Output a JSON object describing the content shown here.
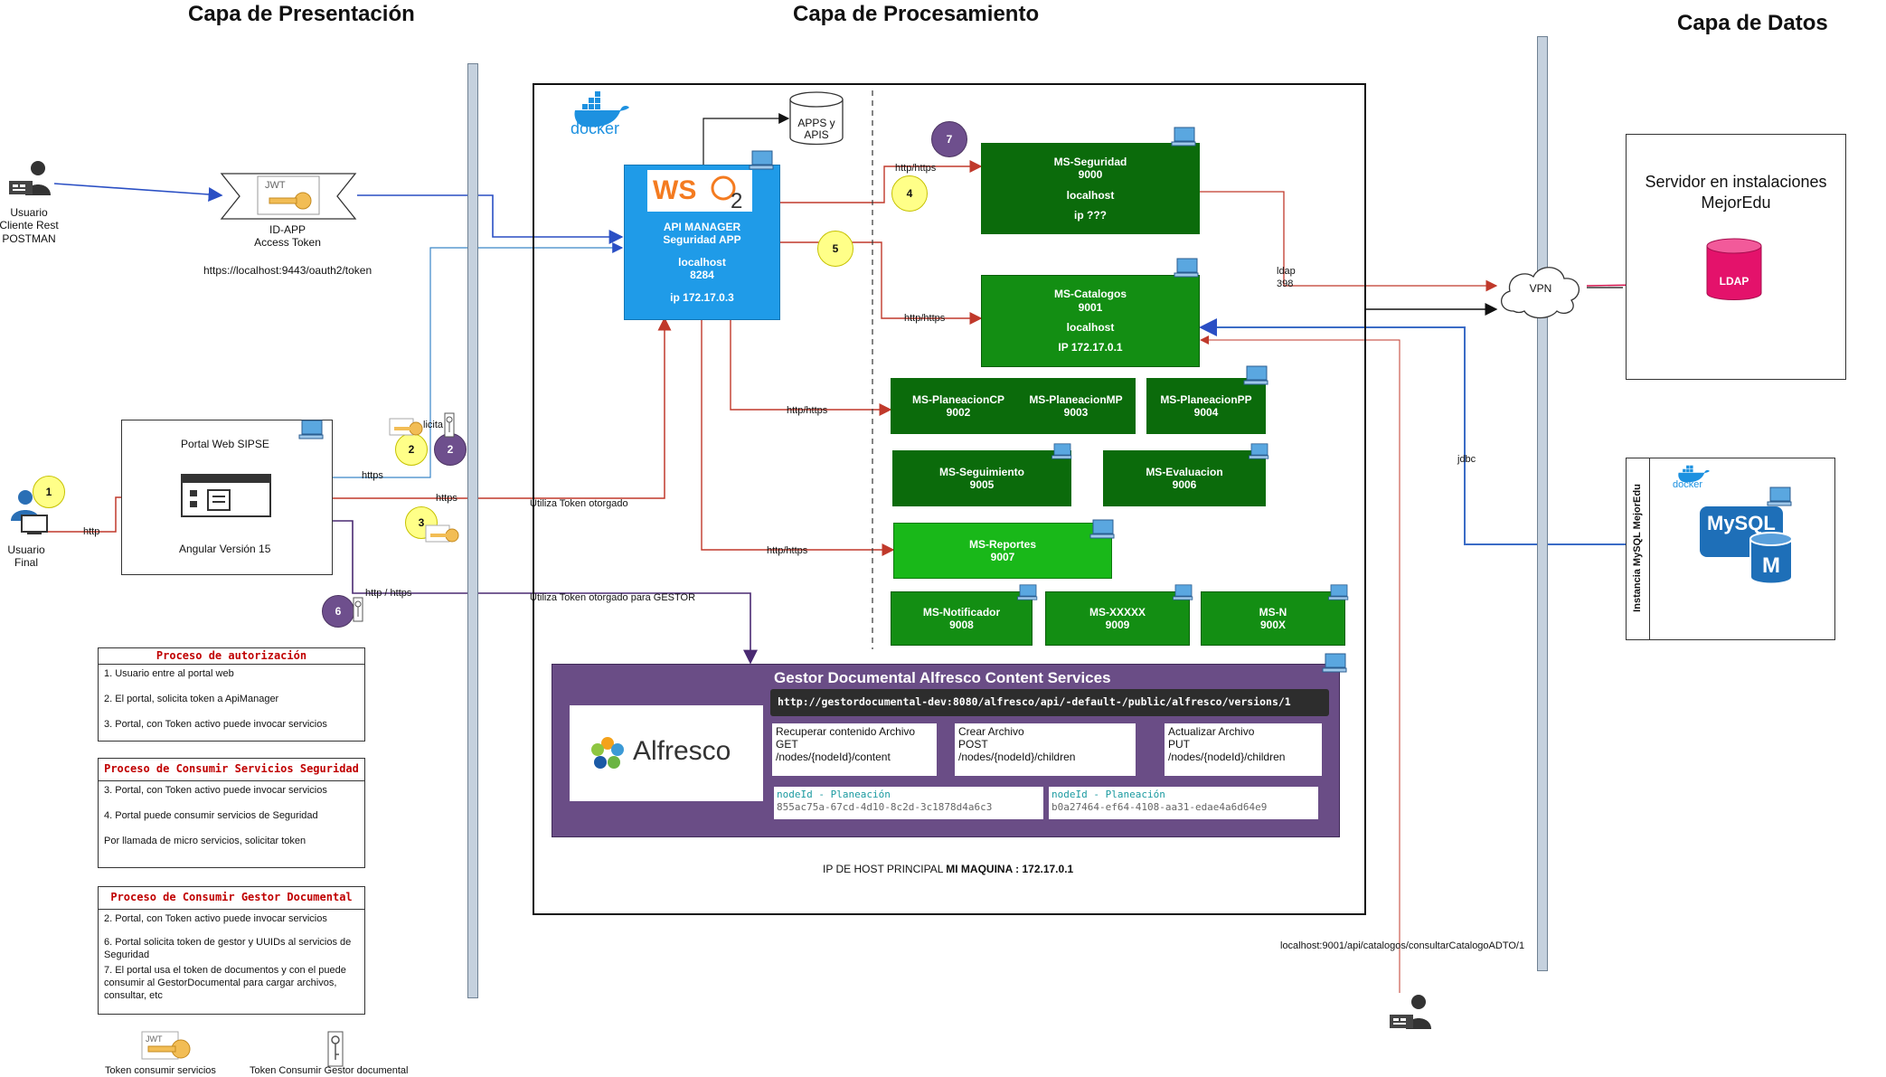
{
  "layers": {
    "presentation": "Capa de Presentación",
    "processing": "Capa de Procesamiento",
    "data": "Capa de Datos"
  },
  "client": {
    "rest_label": "Usuario\nCliente Rest\nPOSTMAN",
    "id_app_label": "ID-APP\nAccess Token",
    "token_url": "https://localhost:9443/oauth2/token",
    "jwt_text": "JWT"
  },
  "portal": {
    "title": "Portal Web SIPSE",
    "framework": "Angular Versión 15",
    "final_user": "Usuario\nFinal"
  },
  "docker": {
    "label": "docker"
  },
  "apps_db": "APPS y\nAPIS",
  "wso2": {
    "logo": "WSO2",
    "line1": "API MANAGER",
    "line2": "Seguridad APP",
    "line3": "localhost",
    "line4": "8284",
    "line5": "ip 172.17.0.3"
  },
  "microservices": {
    "seguridad": [
      "MS-Seguridad",
      "9000",
      "localhost",
      "ip ???"
    ],
    "catalogos": [
      "MS-Catalogos",
      "9001",
      "localhost",
      "IP 172.17.0.1"
    ],
    "planeacion_cp": [
      "MS-PlaneacionCP",
      "9002"
    ],
    "planeacion_mp": [
      "MS-PlaneacionMP",
      "9003"
    ],
    "planeacion_pp": [
      "MS-PlaneacionPP",
      "9004"
    ],
    "seguimiento": [
      "MS-Seguimiento",
      "9005"
    ],
    "evaluacion": [
      "MS-Evaluacion",
      "9006"
    ],
    "reportes": [
      "MS-Reportes",
      "9007"
    ],
    "notificador": [
      "MS-Notificador",
      "9008"
    ],
    "xxxxx": [
      "MS-XXXXX",
      "9009"
    ],
    "msn": [
      "MS-N",
      "900X"
    ]
  },
  "edge_labels": {
    "http": "http",
    "https_portal": "https",
    "https_left": "https",
    "http_https_1": "http/https",
    "http_https_2": "http/https",
    "http_https_3": "http/https",
    "http_https_4": "http/https",
    "http_https_portal": "http / https",
    "token_use": "Utiliza Token otorgado",
    "token_gestor": "Utiliza Token otorgado para GESTOR",
    "solicita": "licita",
    "ldap": "ldap\n398",
    "jdbc": "jdbc",
    "catalog_url": "localhost:9001/api/catalogos/consultarCatalogoADTO/1"
  },
  "badges": {
    "b1": "1",
    "b2y": "2",
    "b2p": "2",
    "b3": "3",
    "b4": "4",
    "b5": "5",
    "b6": "6",
    "b7": "7"
  },
  "alfresco": {
    "title": "Gestor Documental Alfresco Content Services",
    "logo_text": "Alfresco",
    "url": "http://gestordocumental-dev:8080/alfresco/api/-default-/public/alfresco/versions/1",
    "ops": [
      {
        "title": "Recuperar contenido Archivo",
        "method": "GET",
        "path": "/nodes/{nodeId}/content"
      },
      {
        "title": "Crear Archivo",
        "method": "POST",
        "path": "/nodes/{nodeId}/children"
      },
      {
        "title": "Actualizar Archivo",
        "method": "PUT",
        "path": "/nodes/{nodeId}/children"
      }
    ],
    "nodes": [
      {
        "key": "nodeId - Planeación",
        "value": "855ac75a-67cd-4d10-8c2d-3c1878d4a6c3"
      },
      {
        "key": "nodeId - Planeación",
        "value": "b0a27464-ef64-4108-aa31-edae4a6d64e9"
      }
    ]
  },
  "host_ip": {
    "prefix": "IP DE HOST PRINCIPAL ",
    "bold": "MI MAQUINA",
    "suffix": " : 172.17.0.1"
  },
  "vpn": "VPN",
  "server": {
    "title": "Servidor en instalaciones MejorEdu",
    "ldap": "LDAP"
  },
  "mysql": {
    "instance": "Instancia MySQL MejorEdu",
    "docker": "docker",
    "logo": "MySQL",
    "letter": "M"
  },
  "legend": {
    "auth": {
      "title": "Proceso de autorización",
      "items": [
        "1. Usuario entre al portal web",
        "2. El portal, solicita token a ApiManager",
        "3. Portal, con Token activo puede invocar servicios"
      ]
    },
    "security": {
      "title": "Proceso de Consumir Servicios Seguridad",
      "items": [
        "3. Portal, con Token activo puede invocar servicios",
        "4. Portal puede consumir servicios de Seguridad",
        "Por llamada de micro servicios, solicitar token"
      ]
    },
    "gestor": {
      "title": "Proceso de Consumir Gestor Documental",
      "items": [
        "2. Portal, con Token activo puede invocar servicios",
        "6. Portal solicita token de gestor y UUIDs al servicios de Seguridad",
        "7. El portal usa el token de documentos y con el puede consumir al GestorDocumental para cargar archivos, consultar, etc"
      ]
    },
    "token_services": "Token consumir servicios",
    "token_gestor": "Token Consumir Gestor documental"
  }
}
